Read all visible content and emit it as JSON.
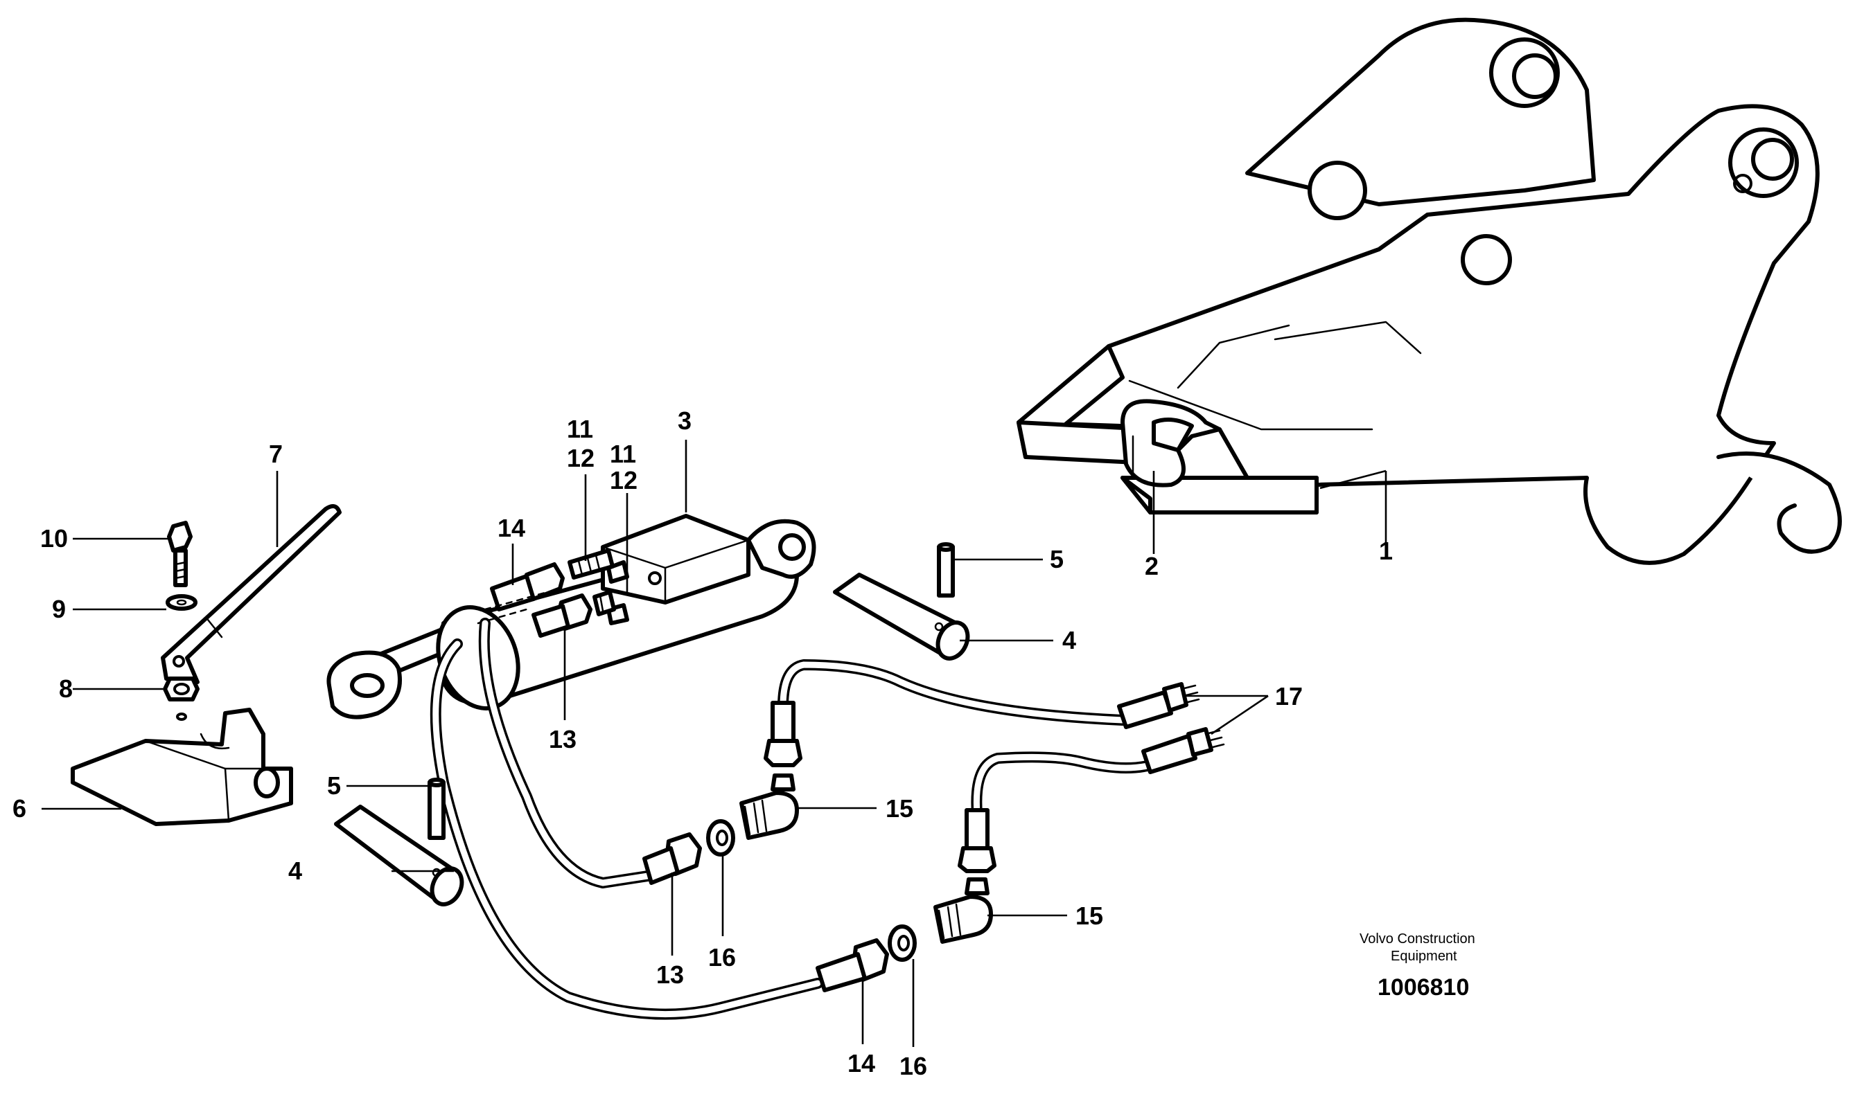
{
  "callouts": {
    "c1": "1",
    "c2": "2",
    "c3": "3",
    "c4a": "4",
    "c4b": "4",
    "c5a": "5",
    "c5b": "5",
    "c6": "6",
    "c7": "7",
    "c8": "8",
    "c9": "9",
    "c10": "10",
    "c11a": "11",
    "c12a": "12",
    "c11b": "11",
    "c12b": "12",
    "c13a": "13",
    "c13b": "13",
    "c14a": "14",
    "c14b": "14",
    "c15a": "15",
    "c15b": "15",
    "c16a": "16",
    "c16b": "16",
    "c17": "17"
  },
  "footer": {
    "maker_line1": "Volvo Construction",
    "maker_line2": "Equipment",
    "drawing_number": "1006810"
  }
}
